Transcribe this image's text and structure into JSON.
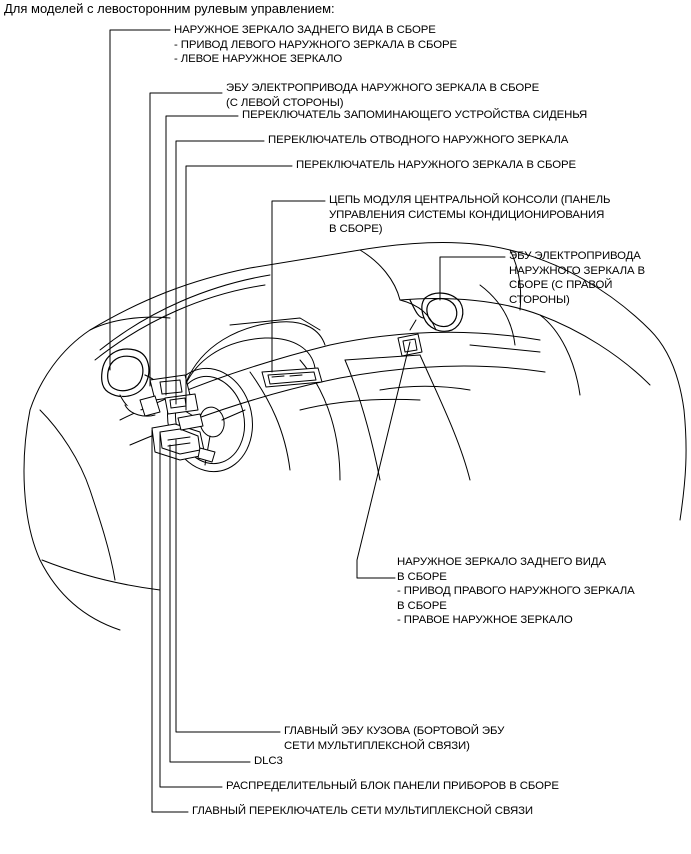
{
  "title": "Для моделей с левосторонним рулевым управлением:",
  "labels": {
    "outer_mirror_left": [
      "НАРУЖНОЕ ЗЕРКАЛО ЗАДНЕГО ВИДА В СБОРЕ",
      "- ПРИВОД ЛЕВОГО НАРУЖНОГО ЗЕРКАЛА В СБОРЕ",
      "- ЛЕВОЕ НАРУЖНОЕ ЗЕРКАЛО"
    ],
    "ecu_mirror_left": [
      "ЭБУ ЭЛЕКТРОПРИВОДА НАРУЖНОГО ЗЕРКАЛА В СБОРЕ",
      "(С ЛЕВОЙ СТОРОНЫ)"
    ],
    "seat_memory_switch": [
      "ПЕРЕКЛЮЧАТЕЛЬ ЗАПОМИНАЮЩЕГО УСТРОЙСТВА СИДЕНЬЯ"
    ],
    "retract_mirror_switch": [
      "ПЕРЕКЛЮЧАТЕЛЬ ОТВОДНОГО НАРУЖНОГО ЗЕРКАЛА"
    ],
    "mirror_switch_assy": [
      "ПЕРЕКЛЮЧАТЕЛЬ НАРУЖНОГО ЗЕРКАЛА В СБОРЕ"
    ],
    "center_console_module": [
      "ЦЕПЬ МОДУЛЯ ЦЕНТРАЛЬНОЙ КОНСОЛИ (ПАНЕЛЬ",
      "УПРАВЛЕНИЯ СИСТЕМЫ КОНДИЦИОНИРОВАНИЯ",
      "В СБОРЕ)"
    ],
    "ecu_mirror_right": [
      "ЭБУ ЭЛЕКТРОПРИВОДА",
      "НАРУЖНОГО ЗЕРКАЛА В",
      "СБОРЕ (С ПРАВОЙ",
      "СТОРОНЫ)"
    ],
    "outer_mirror_right": [
      "НАРУЖНОЕ ЗЕРКАЛО ЗАДНЕГО ВИДА",
      "В СБОРЕ",
      "- ПРИВОД ПРАВОГО НАРУЖНОГО ЗЕРКАЛА",
      "В СБОРЕ",
      "- ПРАВОЕ НАРУЖНОЕ ЗЕРКАЛО"
    ],
    "main_body_ecu": [
      "ГЛАВНЫЙ ЭБУ КУЗОВА (БОРТОВОЙ ЭБУ",
      "СЕТИ МУЛЬТИПЛЕКСНОЙ СВЯЗИ)"
    ],
    "dlc3": [
      "DLC3"
    ],
    "junction_block": [
      "РАСПРЕДЕЛИТЕЛЬНЫЙ БЛОК ПАНЕЛИ ПРИБОРОВ В СБОРЕ"
    ],
    "multiplex_master_switch": [
      "ГЛАВНЫЙ ПЕРЕКЛЮЧАТЕЛЬ СЕТИ МУЛЬТИПЛЕКСНОЙ СВЯЗИ"
    ]
  }
}
